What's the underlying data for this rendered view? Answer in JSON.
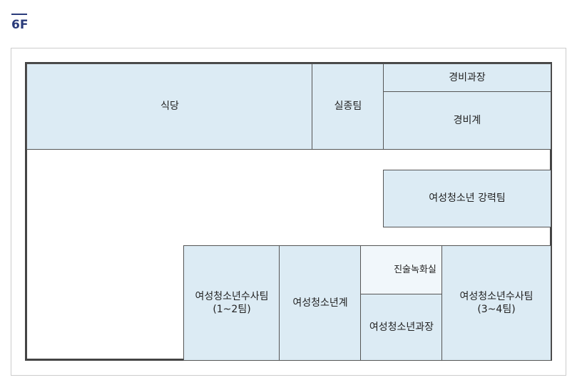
{
  "floor": {
    "label": "6F"
  },
  "rooms": {
    "cafeteria": "식당",
    "missing_team": "실종팀",
    "security_chief": "경비과장",
    "security_unit": "경비계",
    "violent_crime_team": "여성청소년 강력팀",
    "investigation_team_1_2": "여성청소년수사팀\n(1~2팀)",
    "women_youth_unit": "여성청소년계",
    "statement_room": "진술녹화실",
    "women_youth_chief": "여성청소년과장",
    "investigation_team_3_4": "여성청소년수사팀\n(3~4팀)"
  },
  "colors": {
    "room_fill": "#dcebf4",
    "room_fill_light": "#f1f7fb",
    "heading": "#2a3b7a"
  }
}
